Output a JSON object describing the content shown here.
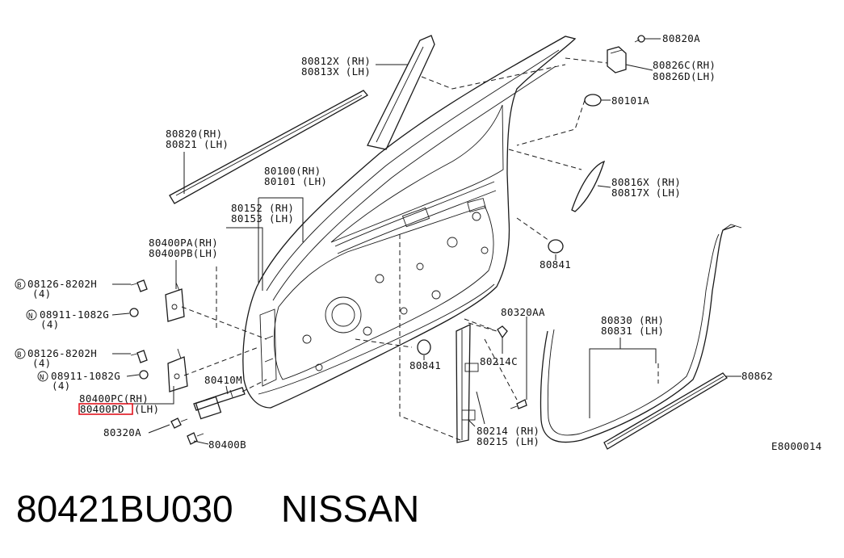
{
  "diagram_code": "E8000014",
  "caption": {
    "part_number": "80421BU030",
    "brand": "NISSAN"
  },
  "labels": {
    "l80820A": "80820A",
    "l80812X": "80812X (RH)",
    "l80813X": "80813X (LH)",
    "l80826C": "80826C(RH)",
    "l80826D": "80826D(LH)",
    "l80101A": "80101A",
    "l80820": "80820(RH)",
    "l80821": "80821 (LH)",
    "l80100": "80100(RH)",
    "l80101": "80101 (LH)",
    "l80816X": "80816X (RH)",
    "l80817X": "80817X (LH)",
    "l80152": "80152 (RH)",
    "l80153": "80153 (LH)",
    "l80400PA": "80400PA(RH)",
    "l80400PB": "80400PB(LH)",
    "l80841a": "80841",
    "l08126a": "08126-8202H",
    "l4a": "(4)",
    "l08911a": "08911-1082G",
    "l4b": "(4)",
    "l80320AA": "80320AA",
    "l80830": "80830 (RH)",
    "l80831": "80831 (LH)",
    "l08126b": "08126-8202H",
    "l4c": "(4)",
    "l80841b": "80841",
    "l80214C": "80214C",
    "l08911b": "08911-1082G",
    "l4d": "(4)",
    "l80410M": "80410M",
    "l80862": "80862",
    "l80400PC": "80400PC(RH)",
    "l80400PD": "80400PD",
    "l80400PDlh": "(LH)",
    "l80214": "80214 (RH)",
    "l80215": "80215 (LH)",
    "l80320A": "80320A",
    "l80400B": "80400B",
    "symB": "B",
    "symN": "N"
  },
  "colors": {
    "line": "#1a1a1a",
    "highlight": "#e0141e",
    "background": "#ffffff"
  }
}
